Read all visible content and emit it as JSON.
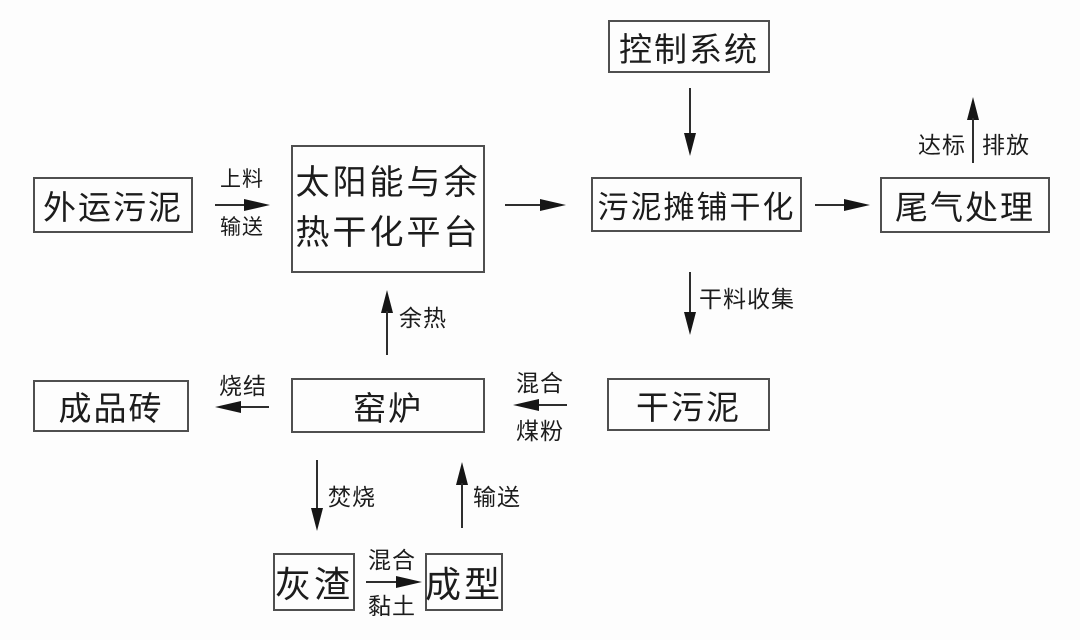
{
  "diagram": {
    "type": "process-flowchart",
    "background": "#fdfdfd",
    "ink_color": "#1c1c1c",
    "box_border_color": "#4f4f4f",
    "nodes": {
      "external_sludge": {
        "label": "外运污泥"
      },
      "solar_platform": {
        "line1": "太阳能与余",
        "line2": "热干化平台",
        "full": "太阳能与余热干化平台"
      },
      "control_system": {
        "label": "控制系统"
      },
      "sludge_spreading": {
        "label": "污泥摊铺干化"
      },
      "tail_gas": {
        "label": "尾气处理"
      },
      "dry_sludge": {
        "label": "干污泥"
      },
      "kiln": {
        "label": "窑炉"
      },
      "finished_brick": {
        "label": "成品砖"
      },
      "ash_residue": {
        "label": "灰渣"
      },
      "molding": {
        "label": "成型"
      }
    },
    "edge_labels": {
      "feed_top": "上料",
      "feed_bottom": "输送",
      "discharge_left": "达标",
      "discharge_right": "排放",
      "dry_collect": "干料收集",
      "coal_mix_top": "混合",
      "coal_mix_bottom": "煤粉",
      "sinter": "烧结",
      "waste_heat": "余热",
      "incinerate": "焚烧",
      "convey_up": "输送",
      "clay_mix_top": "混合",
      "clay_mix_bottom": "黏土"
    },
    "edges": [
      "外运污泥 -(上料/输送)-> 太阳能与余热干化平台",
      "太阳能与余热干化平台 -> 污泥摊铺干化",
      "控制系统 -> 污泥摊铺干化",
      "污泥摊铺干化 -> 尾气处理",
      "尾气处理 -(达标/排放)-> 排出",
      "污泥摊铺干化 -(干料收集)-> 干污泥",
      "干污泥 -(混合/煤粉)-> 窑炉",
      "窑炉 -(烧结)-> 成品砖",
      "窑炉 -(余热)-> 太阳能与余热干化平台",
      "窑炉 -(焚烧)-> 灰渣",
      "灰渣 -(混合/黏土)-> 成型",
      "成型 -(输送)-> 窑炉"
    ]
  }
}
